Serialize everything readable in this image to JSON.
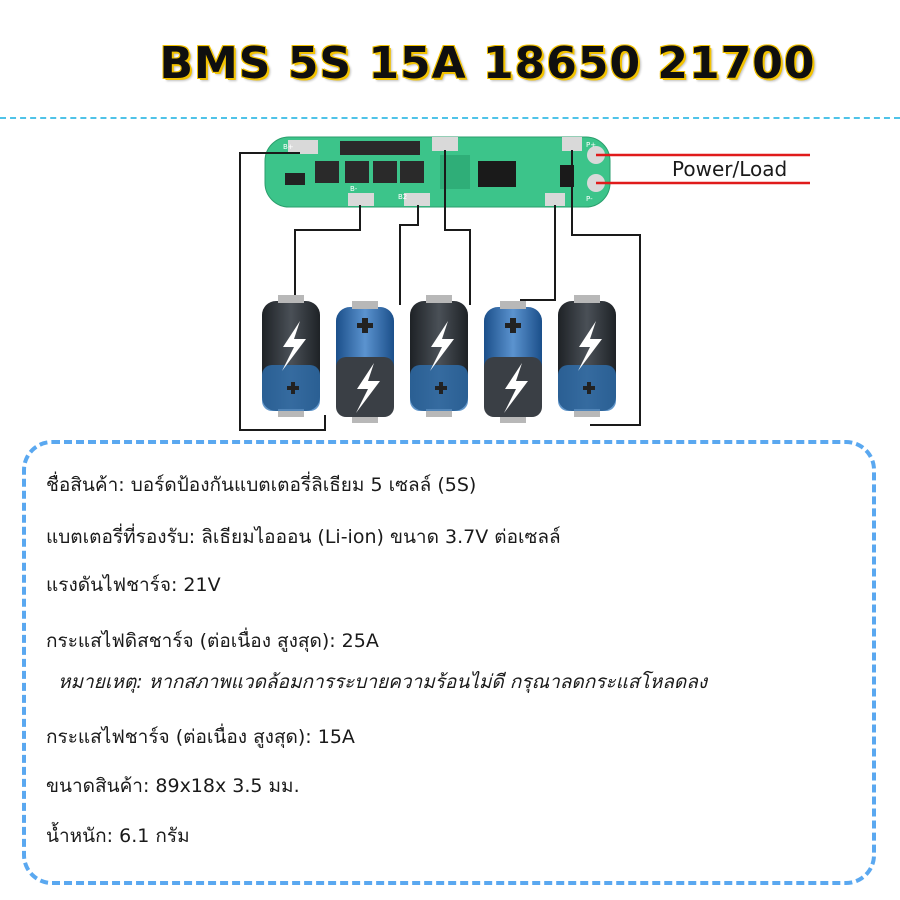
{
  "title": "BMS 5S 15A 18650 21700",
  "diagram": {
    "load_label": "Power/Load",
    "pcb": {
      "pads": [
        "B+",
        "B-",
        "B2",
        "P+",
        "P-"
      ],
      "color_board": "#3cc48a",
      "color_pad": "#d9d9d9",
      "color_wire_red": "#e01b1b"
    },
    "battery_icons": [
      "battery-dark",
      "battery-blue",
      "battery-dark",
      "battery-blue",
      "battery-dark"
    ]
  },
  "specs": {
    "name": "ชื่อสินค้า: บอร์ดป้องกันแบตเตอรี่ลิเธียม 5 เซลล์ (5S)",
    "battery": "แบตเตอรี่ที่รองรับ: ลิเธียมไอออน (Li-ion) ขนาด 3.7V ต่อเซลล์",
    "charge_voltage": "แรงดันไฟชาร์จ: 21V",
    "discharge_current": "กระแสไฟดิสชาร์จ (ต่อเนื่อง สูงสุด): 25A",
    "note": "หมายเหตุ: หากสภาพแวดล้อมการระบายความร้อนไม่ดี กรุณาลดกระแสโหลดลง",
    "charge_current": "กระแสไฟชาร์จ (ต่อเนื่อง สูงสุด): 15A",
    "size": "ขนาดสินค้า: 89x18x 3.5 มม.",
    "weight": "น้ำหนัก: 6.1 กรัม"
  },
  "colors": {
    "accent_dashed": "#5aa8f0",
    "divider": "#4fc3e8",
    "title_outline": "#f2c200"
  }
}
